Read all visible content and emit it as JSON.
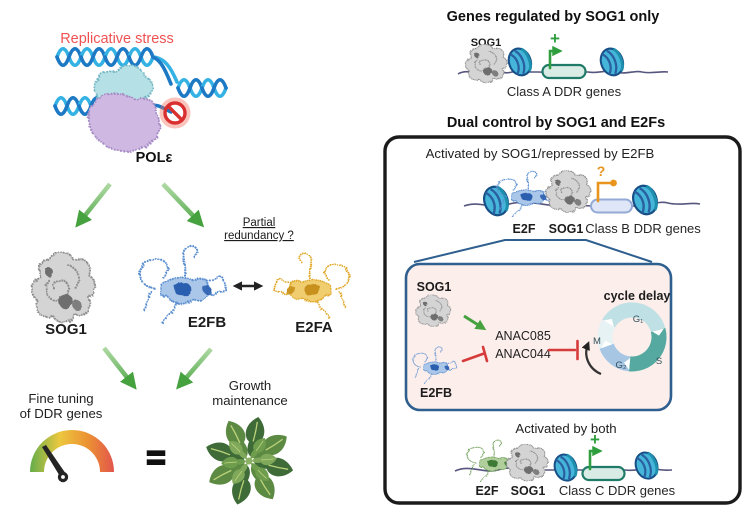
{
  "figure": {
    "left": {
      "replicative_stress": "Replicative stress",
      "pol_label": "POLε",
      "partial_line1": "Partial",
      "partial_line2": "redundancy ?",
      "sog1": "SOG1",
      "e2fb": "E2FB",
      "e2fa": "E2FA",
      "fine_tuning_1": "Fine tuning",
      "fine_tuning_2": "of DDR genes",
      "equals": "=",
      "growth_1": "Growth",
      "growth_2": "maintenance"
    },
    "class_a": {
      "header": "Genes regulated by SOG1 only",
      "sog1": "SOG1",
      "plus": "+",
      "caption": "Class A DDR genes"
    },
    "dual": {
      "header": "Dual control by SOG1 and E2Fs",
      "class_b_title": "Activated by SOG1/repressed by E2FB",
      "question": "?",
      "e2f": "E2F",
      "sog1": "SOG1",
      "class_b_caption": "Class B DDR genes",
      "class_c_title": "Activated by both",
      "plus": "+",
      "e2f_c": "E2F",
      "sog1_c": "SOG1",
      "class_c_caption": "Class C DDR genes"
    },
    "inset": {
      "sog1": "SOG1",
      "e2fb": "E2FB",
      "anac085": "ANAC085",
      "anac044": "ANAC044",
      "cycle_title": "cycle delay",
      "g1": "G₁",
      "s": "S",
      "g2": "G₂",
      "m": "M"
    },
    "colors": {
      "stress_red": "#ee5253",
      "green_arrow": "#46a13f",
      "sog1_gray": "#c9c9c9",
      "e2f_blue": "#5b8fd0",
      "e2fa_yellow": "#e9b33b",
      "e2f_green": "#6fa05a",
      "nucleosome_cyan": "#45b6da",
      "inhibit_red": "#d63b3b",
      "promoter_orange": "#e8941d",
      "promoter_green": "#2f9e3f",
      "box_blue": "#2e5f8f",
      "inset_pink": "#fceeeb",
      "dna_light": "#35b2e4",
      "dna_dark": "#1d79c4"
    }
  }
}
